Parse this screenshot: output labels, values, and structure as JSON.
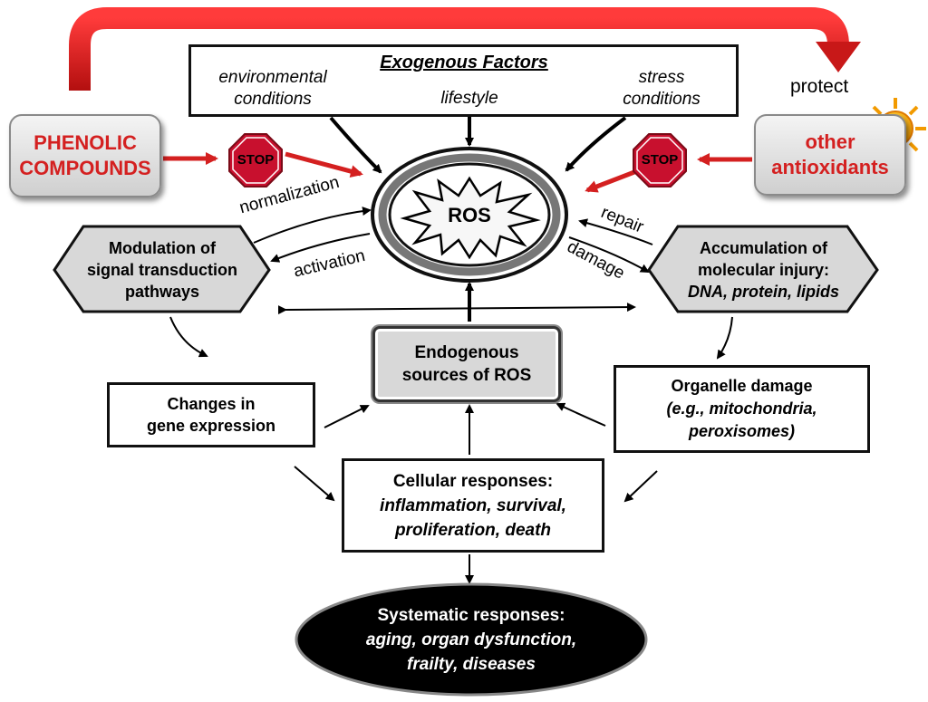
{
  "exogenous": {
    "title": "Exogenous Factors",
    "environmental_1": "environmental",
    "environmental_2": "conditions",
    "lifestyle": "lifestyle",
    "stress_1": "stress",
    "stress_2": "conditions"
  },
  "phenolic": {
    "line1": "PHENOLIC",
    "line2": "COMPOUNDS"
  },
  "antioxidants": {
    "line1": "other",
    "line2": "antioxidants",
    "protect": "protect"
  },
  "stop_label": "STOP",
  "ros": "ROS",
  "edges": {
    "normalization": "normalization",
    "activation": "activation",
    "repair": "repair",
    "damage": "damage"
  },
  "modulation": {
    "line1": "Modulation of",
    "line2": "signal transduction",
    "line3": "pathways"
  },
  "accumulation": {
    "line1": "Accumulation of",
    "line2": "molecular injury:",
    "line3": "DNA, protein, lipids"
  },
  "endogenous": {
    "line1": "Endogenous",
    "line2": "sources of ROS"
  },
  "gene": {
    "line1": "Changes in",
    "line2": "gene expression"
  },
  "organelle": {
    "line1": "Organelle damage",
    "line2": "(e.g., mitochondria,",
    "line3": "peroxisomes)"
  },
  "cellular": {
    "line1": "Cellular responses:",
    "line2": "inflammation, survival,",
    "line3": "proliferation, death"
  },
  "systematic": {
    "line1": "Systematic responses:",
    "line2": "aging, organ dysfunction,",
    "line3": "frailty, diseases"
  },
  "colors": {
    "red_arrow": "#d42020",
    "stop_fill": "#c8102e",
    "gray_box": "#d8d8d8",
    "ellipse_fill": "#000000"
  }
}
